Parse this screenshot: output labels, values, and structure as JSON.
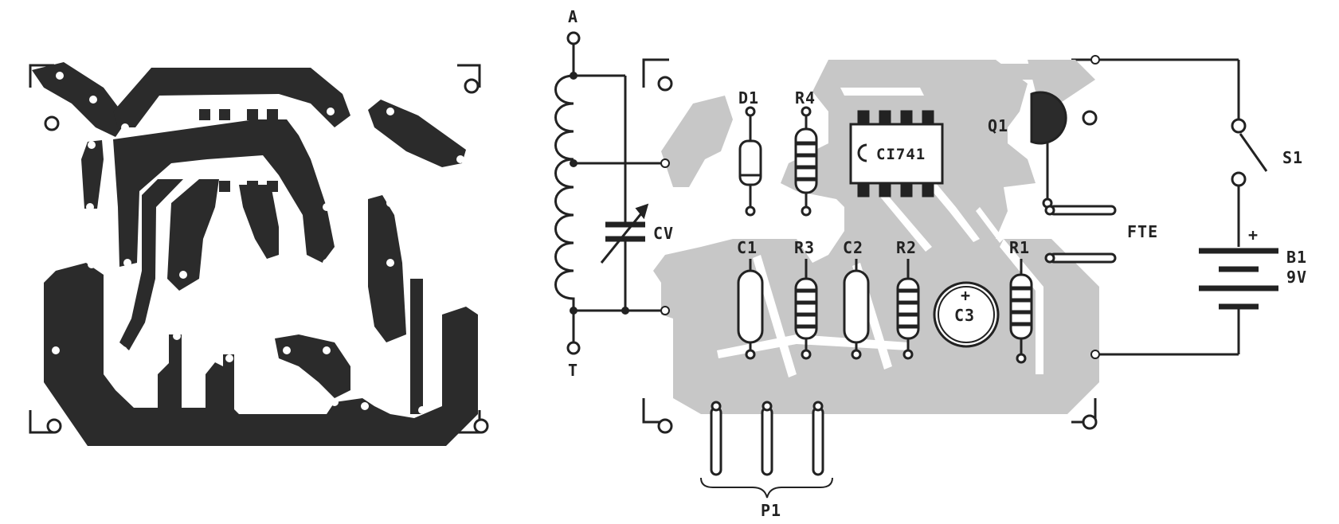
{
  "colors": {
    "copper": "#2b2b2b",
    "trace": "#c7c7c7",
    "ink": "#222222",
    "paper": "#ffffff"
  },
  "labels": {
    "antenna": "A",
    "ground": "T",
    "variable_capacitor": "CV",
    "diode": "D1",
    "r4": "R4",
    "ic": "CI741",
    "transistor": "Q1",
    "switch": "S1",
    "phone": "FTE",
    "battery": "B1",
    "battery_voltage": "9V",
    "battery_plus": "+",
    "c1": "C1",
    "r3": "R3",
    "c2": "C2",
    "r2": "R2",
    "c3": "C3",
    "c3_plus": "+",
    "r1": "R1",
    "pot": "P1"
  }
}
